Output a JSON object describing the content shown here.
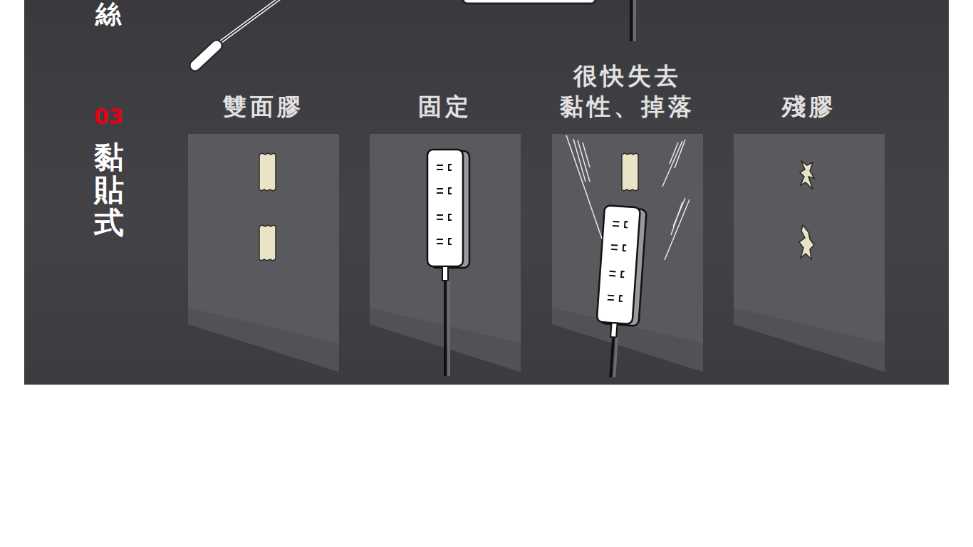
{
  "diagram": {
    "nodes": [
      {
        "text": [
          "雙面膠"
        ]
      },
      {
        "text": [
          "固定"
        ]
      },
      {
        "text": [
          "很快失去 黏性、掉落"
        ]
      },
      {
        "text": [
          "殘膠"
        ]
      }
    ],
    "labels": [
      "絲",
      "03",
      "黏貼式"
    ]
  }
}
